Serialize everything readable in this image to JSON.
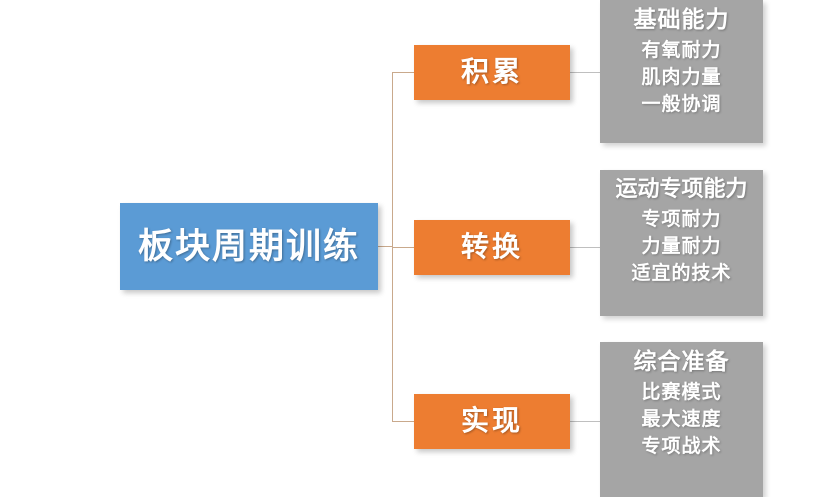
{
  "diagram": {
    "type": "mind-map",
    "root": {
      "label": "板块周期训练",
      "color": "#5B9BD5"
    },
    "phase_color": "#ED7D31",
    "detail_color": "#A5A5A5",
    "connector_color": "#C9A98C",
    "branches": [
      {
        "phase": "积累",
        "detail": {
          "title": "基础能力",
          "items": [
            "有氧耐力",
            "肌肉力量",
            "一般协调"
          ]
        }
      },
      {
        "phase": "转换",
        "detail": {
          "title": "运动专项能力",
          "items": [
            "专项耐力",
            "力量耐力",
            "适宜的技术"
          ]
        }
      },
      {
        "phase": "实现",
        "detail": {
          "title": "综合准备",
          "items": [
            "比赛模式",
            "最大速度",
            "专项战术"
          ]
        }
      }
    ]
  }
}
